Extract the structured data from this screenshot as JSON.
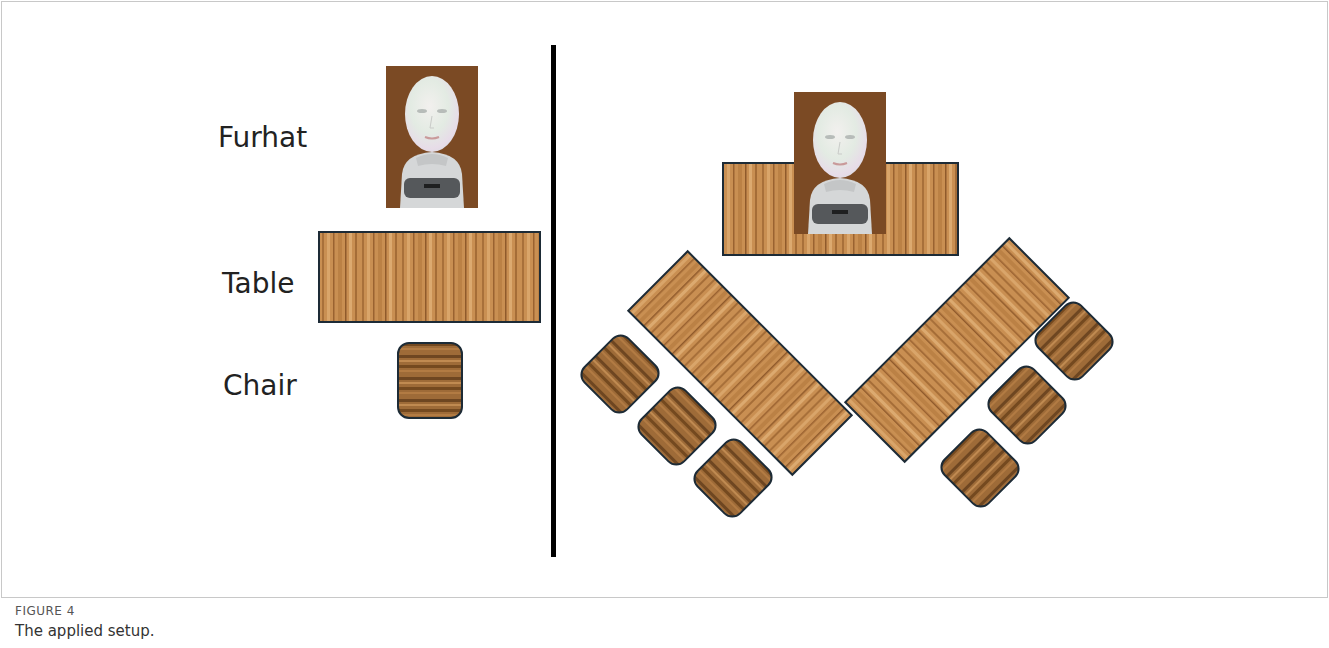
{
  "diagram": {
    "caption": "The applied setup.",
    "labels": [
      "FIGURE 4"
    ],
    "legend": [
      {
        "text": "Furhat"
      },
      {
        "text": "Table"
      },
      {
        "text": "Chair"
      }
    ]
  }
}
